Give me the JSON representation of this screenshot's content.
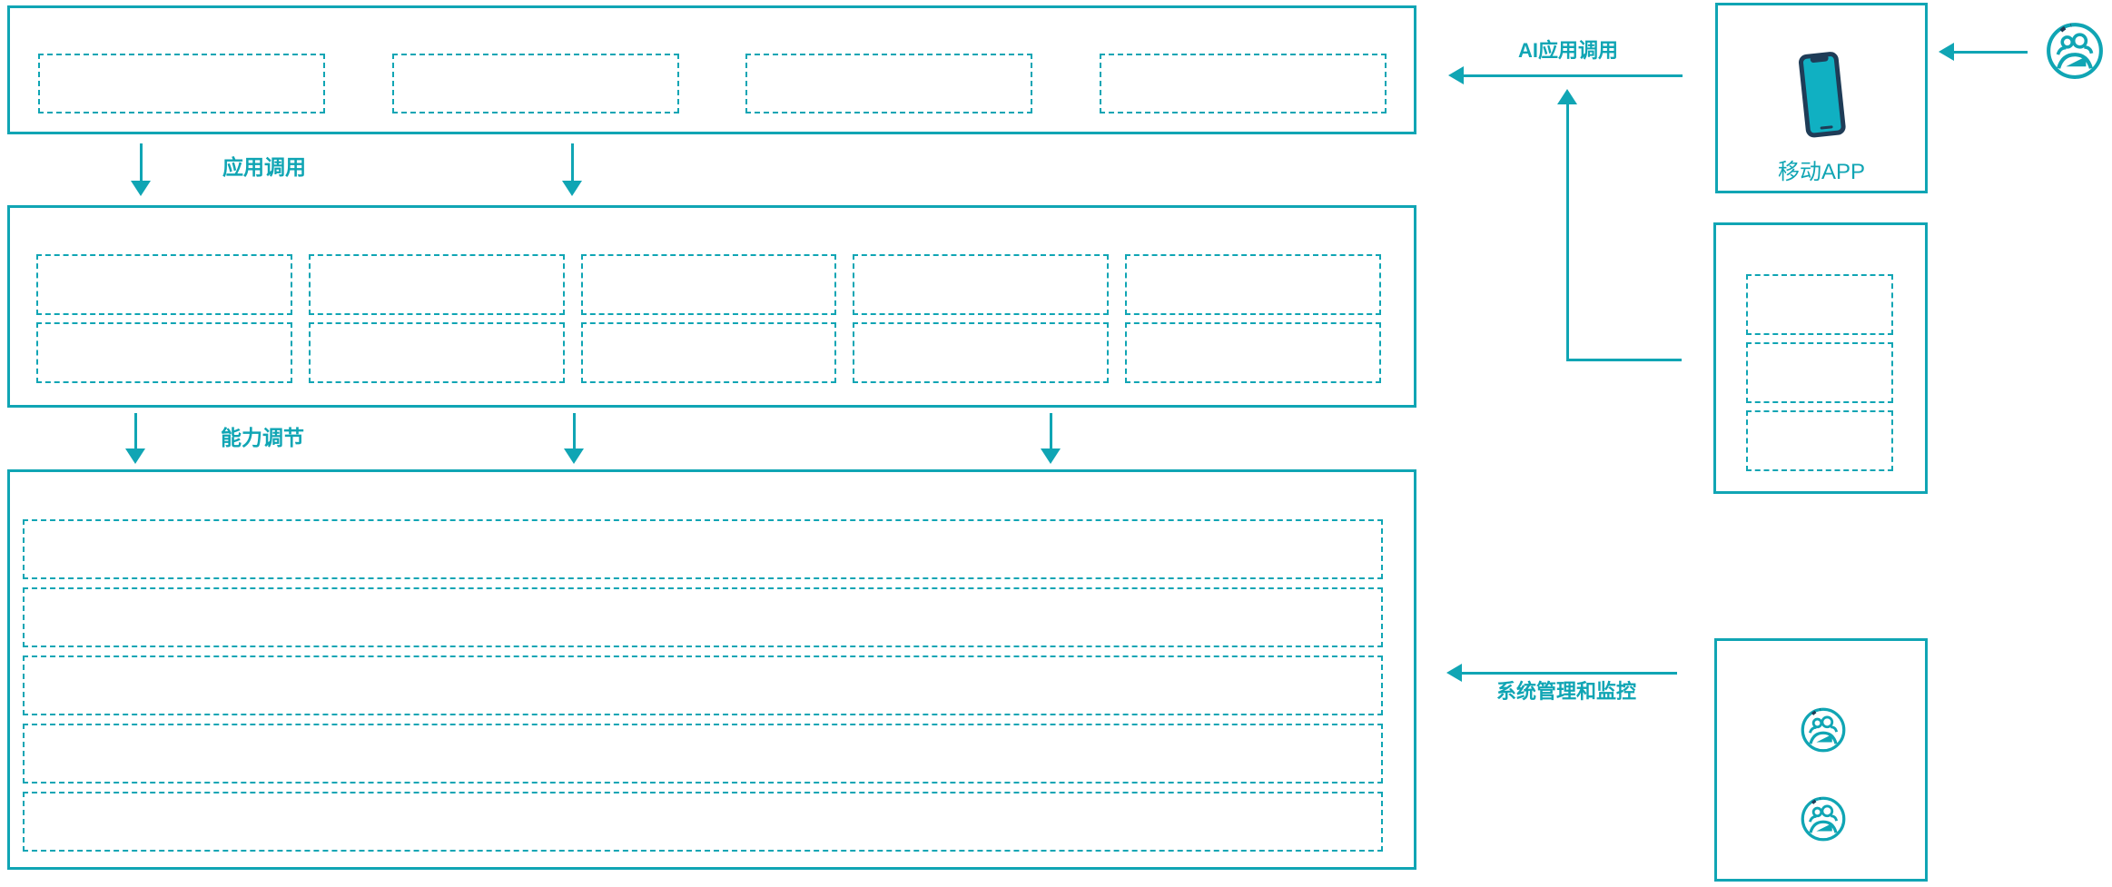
{
  "colors": {
    "teal": "#10a5b4",
    "navy": "#1f3c57",
    "screen": "#10b0c2"
  },
  "labels": {
    "app_call": "应用调用",
    "capability_adjust": "能力调节",
    "ai_app_call": "AI应用调用",
    "system_monitor": "系统管理和监控",
    "mobile_app": "移动APP"
  },
  "layers": {
    "top": {
      "placeholder_count": 4
    },
    "middle": {
      "placeholder_count": 10
    },
    "bottom": {
      "placeholder_count": 5
    },
    "device_panel": {
      "placeholder_count": 3
    }
  },
  "icons": {
    "phone": "smartphone-icon",
    "end_user": "user-group-icon",
    "admin_top": "user-group-icon",
    "admin_bottom": "user-group-icon"
  }
}
